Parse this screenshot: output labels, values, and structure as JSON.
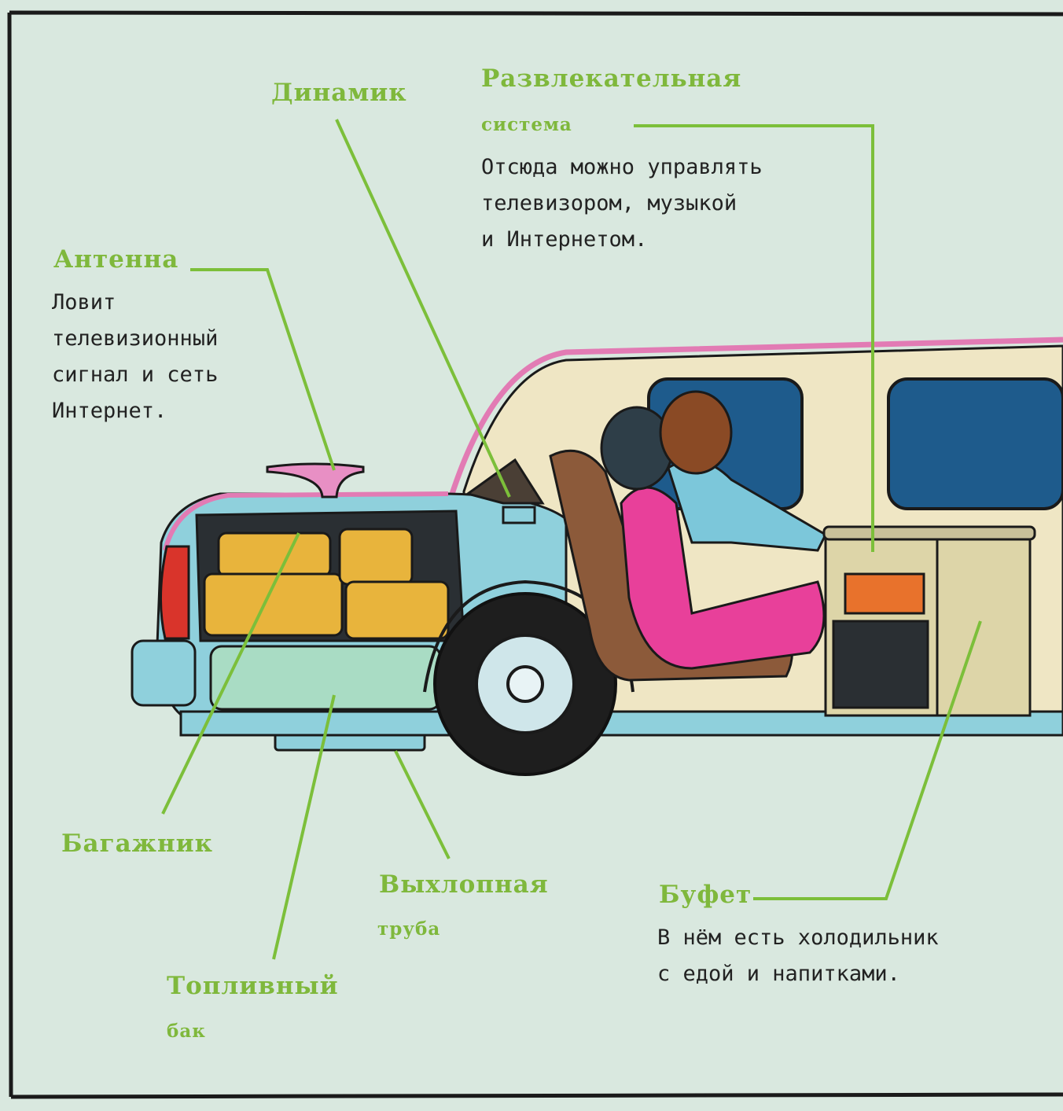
{
  "labels": {
    "dinamik": {
      "title": "Динамик"
    },
    "entertainment": {
      "title_line1": "Развлекательная",
      "title_line2": "система",
      "desc": "Отсюда можно управлять\nтелевизором, музыкой\nи Интернетом."
    },
    "antenna": {
      "title": "Антенна",
      "desc": "Ловит\nтелевизионный\nсигнал и сеть\nИнтернет."
    },
    "trunk": {
      "title": "Багажник"
    },
    "exhaust": {
      "title_line1": "Выхлопная",
      "title_line2": "труба"
    },
    "buffet": {
      "title": "Буфет",
      "desc": "В нём есть холодильник\nс едой и напитками."
    },
    "fuel": {
      "title_line1": "Топливный",
      "title_line2": "бак"
    }
  },
  "colors": {
    "background": "#d9e8df",
    "label_green": "#7fb83c",
    "leader_green": "#7cbf3a",
    "car_outline_pink": "#e27bb4",
    "car_body_blue": "#8fd0dc",
    "interior_cream": "#efe6c4",
    "window_blue": "#1e5b8c"
  }
}
